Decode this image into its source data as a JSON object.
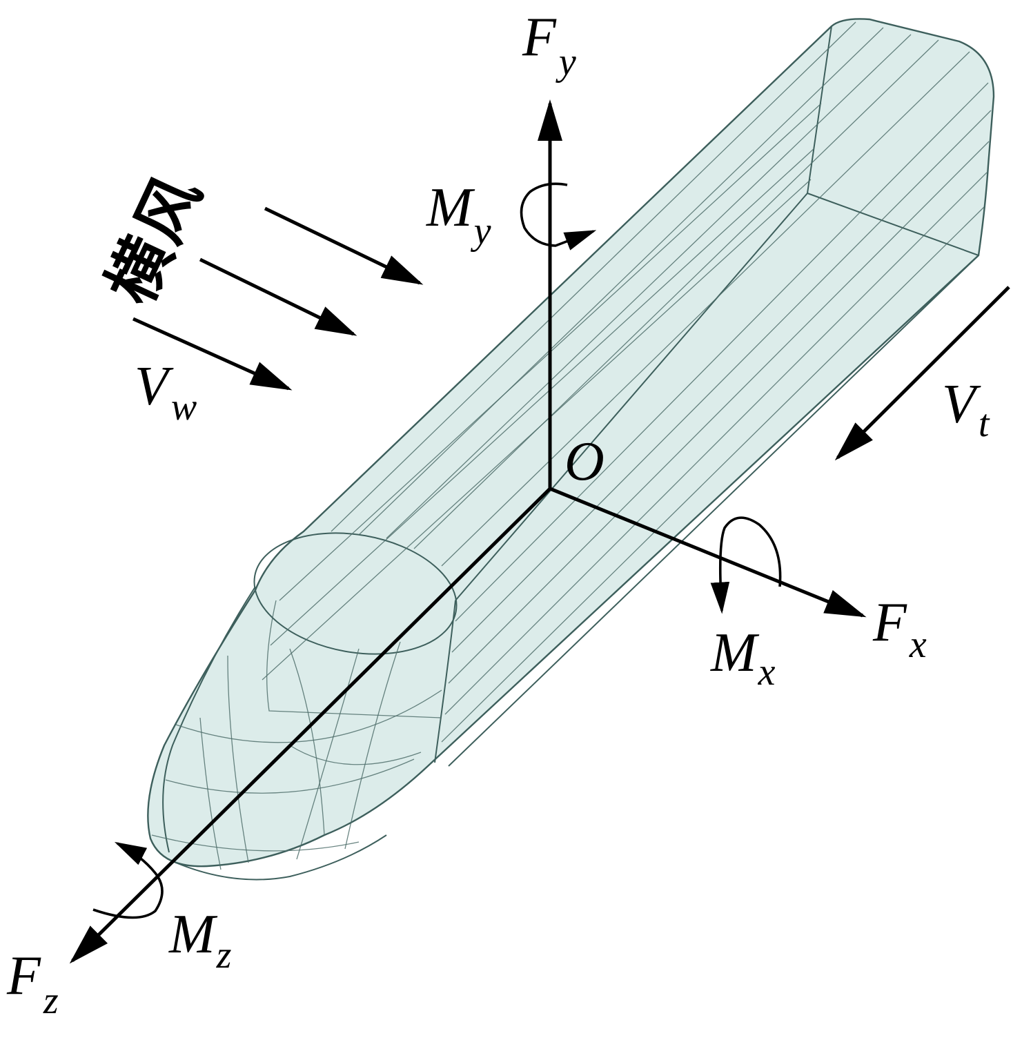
{
  "labels": {
    "fy_main": "F",
    "fy_sub": "y",
    "my_main": "M",
    "my_sub": "y",
    "fx_main": "F",
    "fx_sub": "x",
    "mx_main": "M",
    "mx_sub": "x",
    "fz_main": "F",
    "fz_sub": "z",
    "mz_main": "M",
    "mz_sub": "z",
    "vw_main": "V",
    "vw_sub": "w",
    "vt_main": "V",
    "vt_sub": "t",
    "origin": "O",
    "crosswind_char1": "横",
    "crosswind_char2": "风"
  },
  "colors": {
    "body_fill": "#dcecea",
    "body_stroke": "#3d5f5c",
    "arrows": "#000000"
  }
}
